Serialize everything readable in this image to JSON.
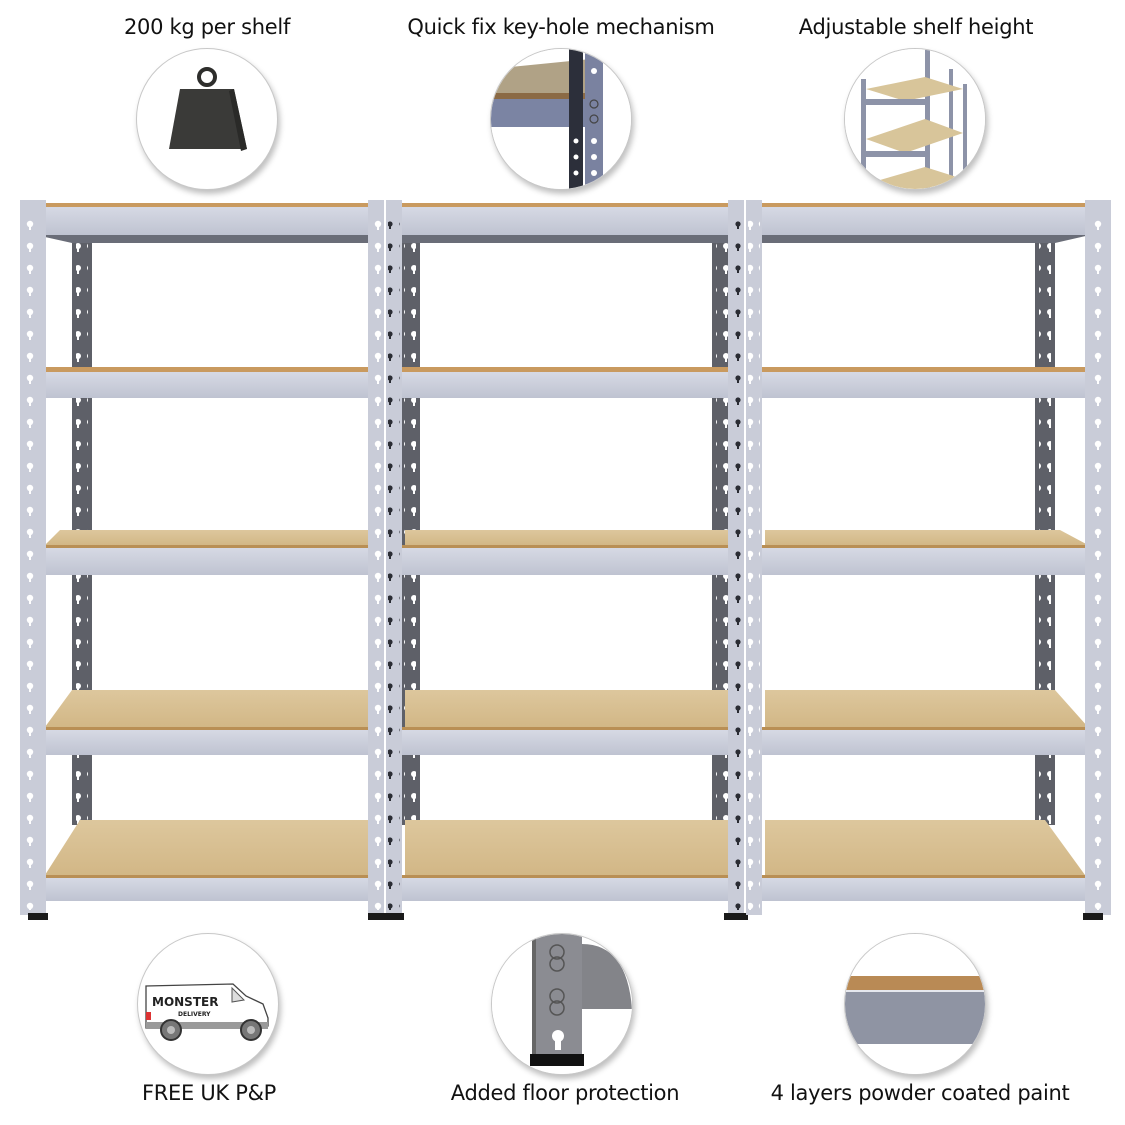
{
  "features": {
    "top": [
      {
        "label": "200 kg per shelf",
        "icon": "weight-icon"
      },
      {
        "label": "Quick fix key-hole mechanism",
        "icon": "keyhole-upright-icon"
      },
      {
        "label": "Adjustable shelf height",
        "icon": "adjustable-shelves-icon"
      }
    ],
    "bottom": [
      {
        "label": "FREE UK P&P",
        "icon": "delivery-van-icon",
        "van_text": "MONSTER",
        "van_subtext": "DELIVERY"
      },
      {
        "label": "Added floor protection",
        "icon": "floor-foot-icon"
      },
      {
        "label": "4 layers powder coated paint",
        "icon": "paint-coating-icon"
      }
    ]
  },
  "product": {
    "units": 3,
    "shelves_per_unit": 5
  },
  "colors": {
    "frame": "#c9ccd8",
    "frame_shadow": "#9ea2b3",
    "rear_upright": "#5e6068",
    "board": "#d8bf92",
    "board_edge": "#b98f55",
    "foot": "#1a1a1a",
    "weight": "#3a3a38"
  }
}
